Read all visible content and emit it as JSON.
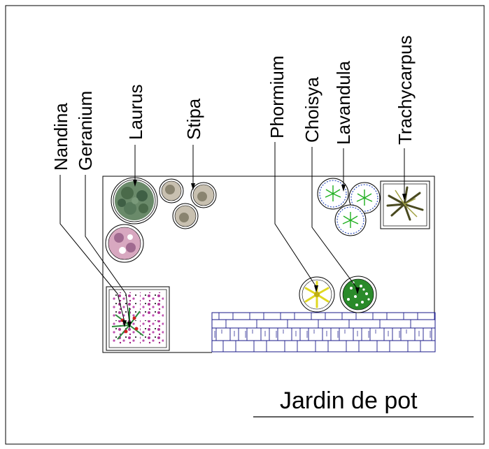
{
  "title": "Jardin de pot",
  "labels": {
    "nandina": "Nandina",
    "geranium": "Geranium",
    "laurus": "Laurus",
    "stipa": "Stipa",
    "phormium": "Phormium",
    "choisya": "Choisya",
    "lavandula": "Lavandula",
    "trachycarpus": "Trachycarpus"
  },
  "colors": {
    "laurus": "#5a7a5a",
    "stipa": "#b8b0a0",
    "geranium": "#b0389a",
    "nandina": "#2a8a3a",
    "phormium": "#e8e030",
    "choisya": "#2a8a2a",
    "lavandula": "#3050c0",
    "trachycarpus": "#5a5a2a",
    "paving": "#1a1a8a"
  }
}
